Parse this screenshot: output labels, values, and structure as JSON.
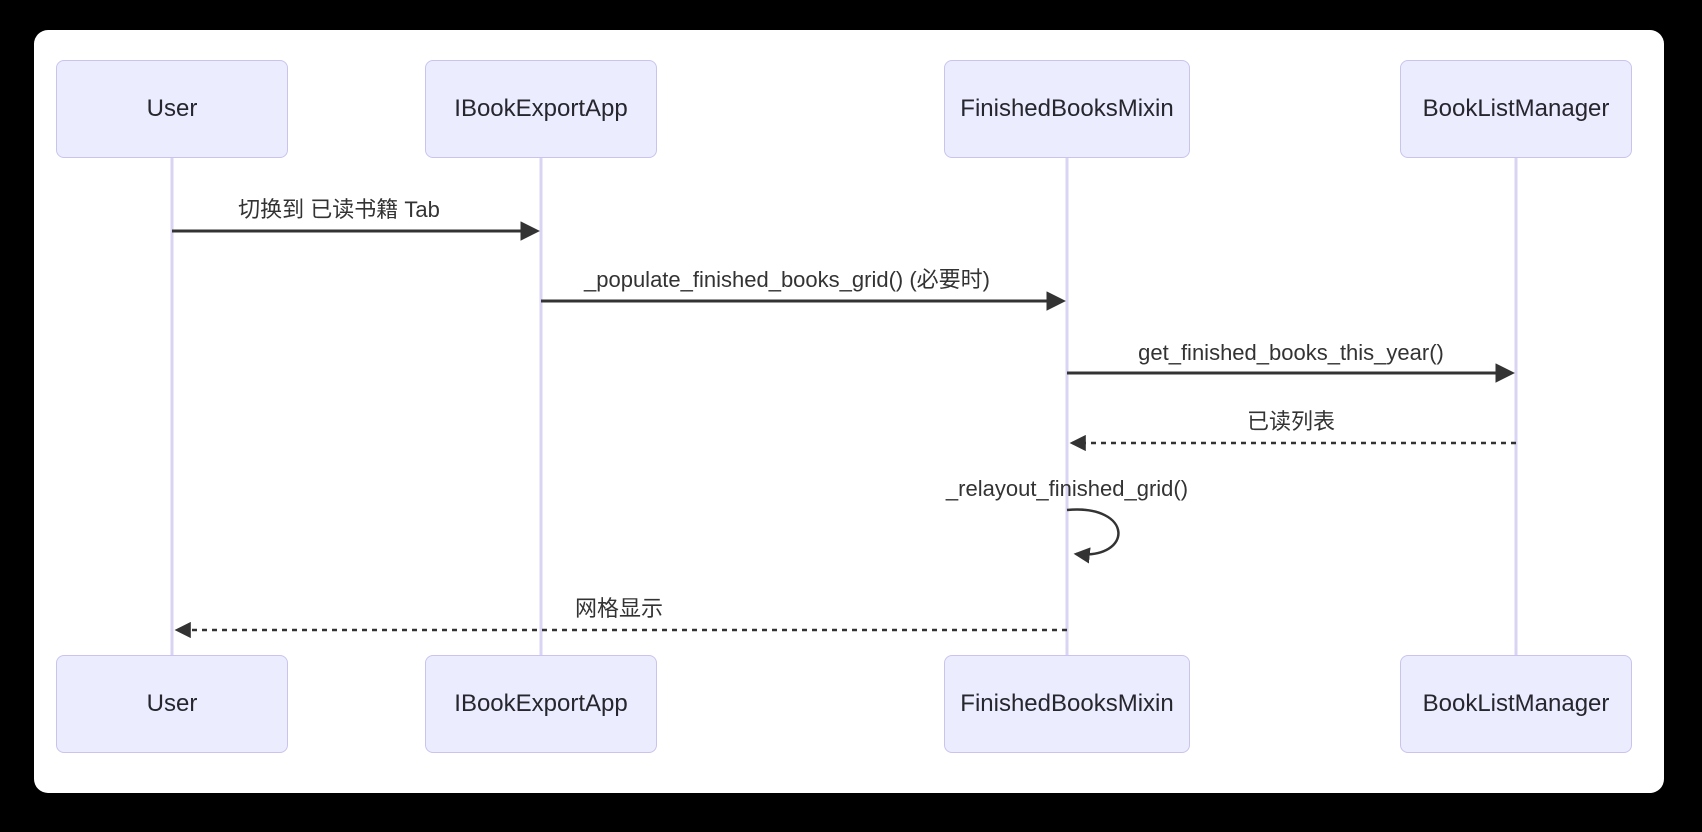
{
  "window": {
    "background": "#000000",
    "canvas_background": "#ffffff"
  },
  "diagram": {
    "type": "sequence-diagram",
    "actors": [
      {
        "label": "User"
      },
      {
        "label": "IBookExportApp"
      },
      {
        "label": "FinishedBooksMixin"
      },
      {
        "label": "BookListManager"
      }
    ],
    "messages": [
      {
        "from": "User",
        "to": "IBookExportApp",
        "label": "切换到 已读书籍 Tab",
        "line": "solid",
        "arrow": "filled"
      },
      {
        "from": "IBookExportApp",
        "to": "FinishedBooksMixin",
        "label": "_populate_finished_books_grid() (必要时)",
        "line": "solid",
        "arrow": "filled"
      },
      {
        "from": "FinishedBooksMixin",
        "to": "BookListManager",
        "label": "get_finished_books_this_year()",
        "line": "solid",
        "arrow": "filled"
      },
      {
        "from": "BookListManager",
        "to": "FinishedBooksMixin",
        "label": "已读列表",
        "line": "dashed",
        "arrow": "filled"
      },
      {
        "from": "FinishedBooksMixin",
        "to": "FinishedBooksMixin",
        "label": "_relayout_finished_grid()",
        "line": "self",
        "arrow": "filled"
      },
      {
        "from": "FinishedBooksMixin",
        "to": "User",
        "label": "网格显示",
        "line": "dashed",
        "arrow": "filled"
      }
    ],
    "colors": {
      "actor_fill": "#ECECFF",
      "actor_border": "#c8c4ee",
      "lifeline": "#d9d4f3",
      "message_line": "#333333",
      "text": "#26262e"
    }
  }
}
